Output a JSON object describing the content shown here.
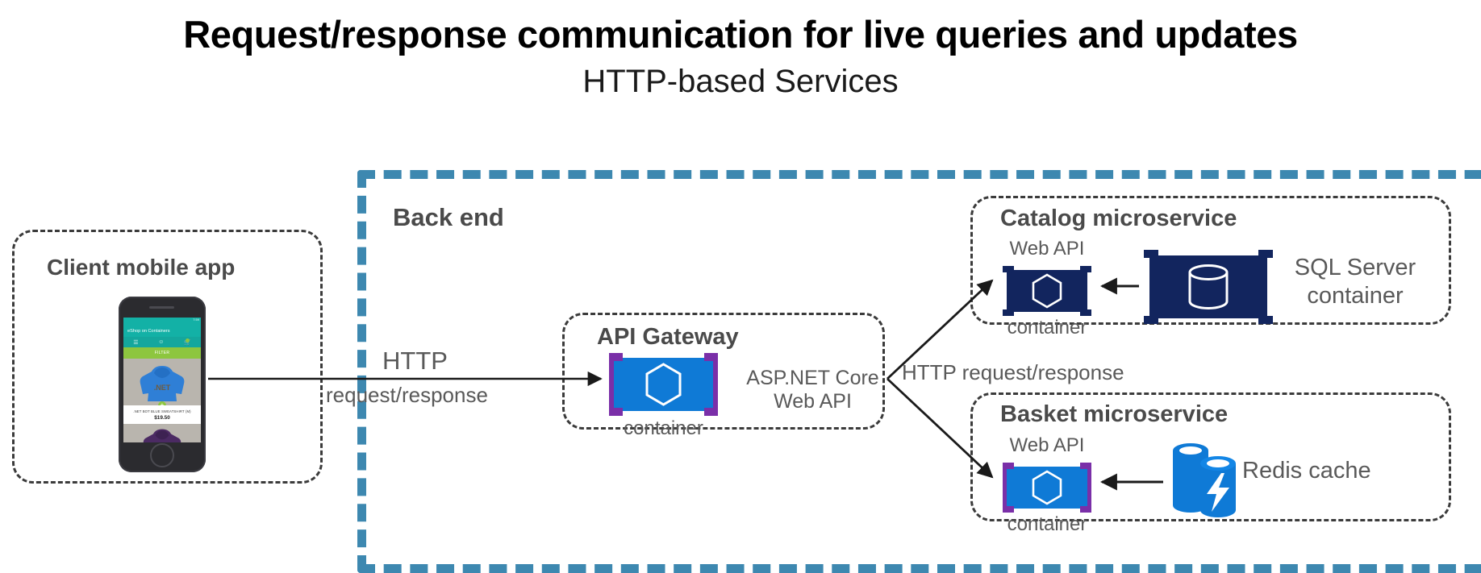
{
  "title": {
    "main": "Request/response communication for live queries and updates",
    "sub": "HTTP-based Services"
  },
  "backend": {
    "label": "Back end",
    "border_color": "#3d88b0"
  },
  "client": {
    "title": "Client mobile app",
    "phone": {
      "app_bar": "eShop on Containers",
      "status_time": "7:59",
      "tab_menu_icon": "hamburger-icon",
      "tab_profile_icon": "person-icon",
      "tab_cart_icon": "cart-icon",
      "filter_label": "FILTER",
      "product_name": ".NET BOT BLUE SWEATSHIRT (M)",
      "product_price": "$19.50",
      "hoodie_brand": ".NET",
      "add_button": "+"
    }
  },
  "gateway": {
    "title": "API Gateway",
    "container_caption": "container",
    "tech": "ASP.NET Core\nWeb API",
    "tech_line1": "ASP.NET Core",
    "tech_line2": "Web API",
    "icon": "container-icon",
    "icon_fill": "#0f7ad6",
    "bracket_color": "#7a2fa8"
  },
  "catalog": {
    "title": "Catalog microservice",
    "webapi_label": "Web API",
    "container_caption": "container",
    "datastore_label_line1": "SQL Server",
    "datastore_label_line2": "container",
    "datastore_icon": "database-cylinder-icon",
    "icon_fill": "#12255e",
    "bracket_color": "#12255e"
  },
  "basket": {
    "title": "Basket microservice",
    "webapi_label": "Web API",
    "container_caption": "container",
    "datastore_label": "Redis cache",
    "datastore_icon": "redis-cache-icon",
    "icon_fill": "#0f7ad6",
    "bracket_color": "#7a2fa8"
  },
  "edges": {
    "client_to_gateway_line1": "HTTP",
    "client_to_gateway_line2": "request/response",
    "gateway_to_services": "HTTP request/response"
  }
}
